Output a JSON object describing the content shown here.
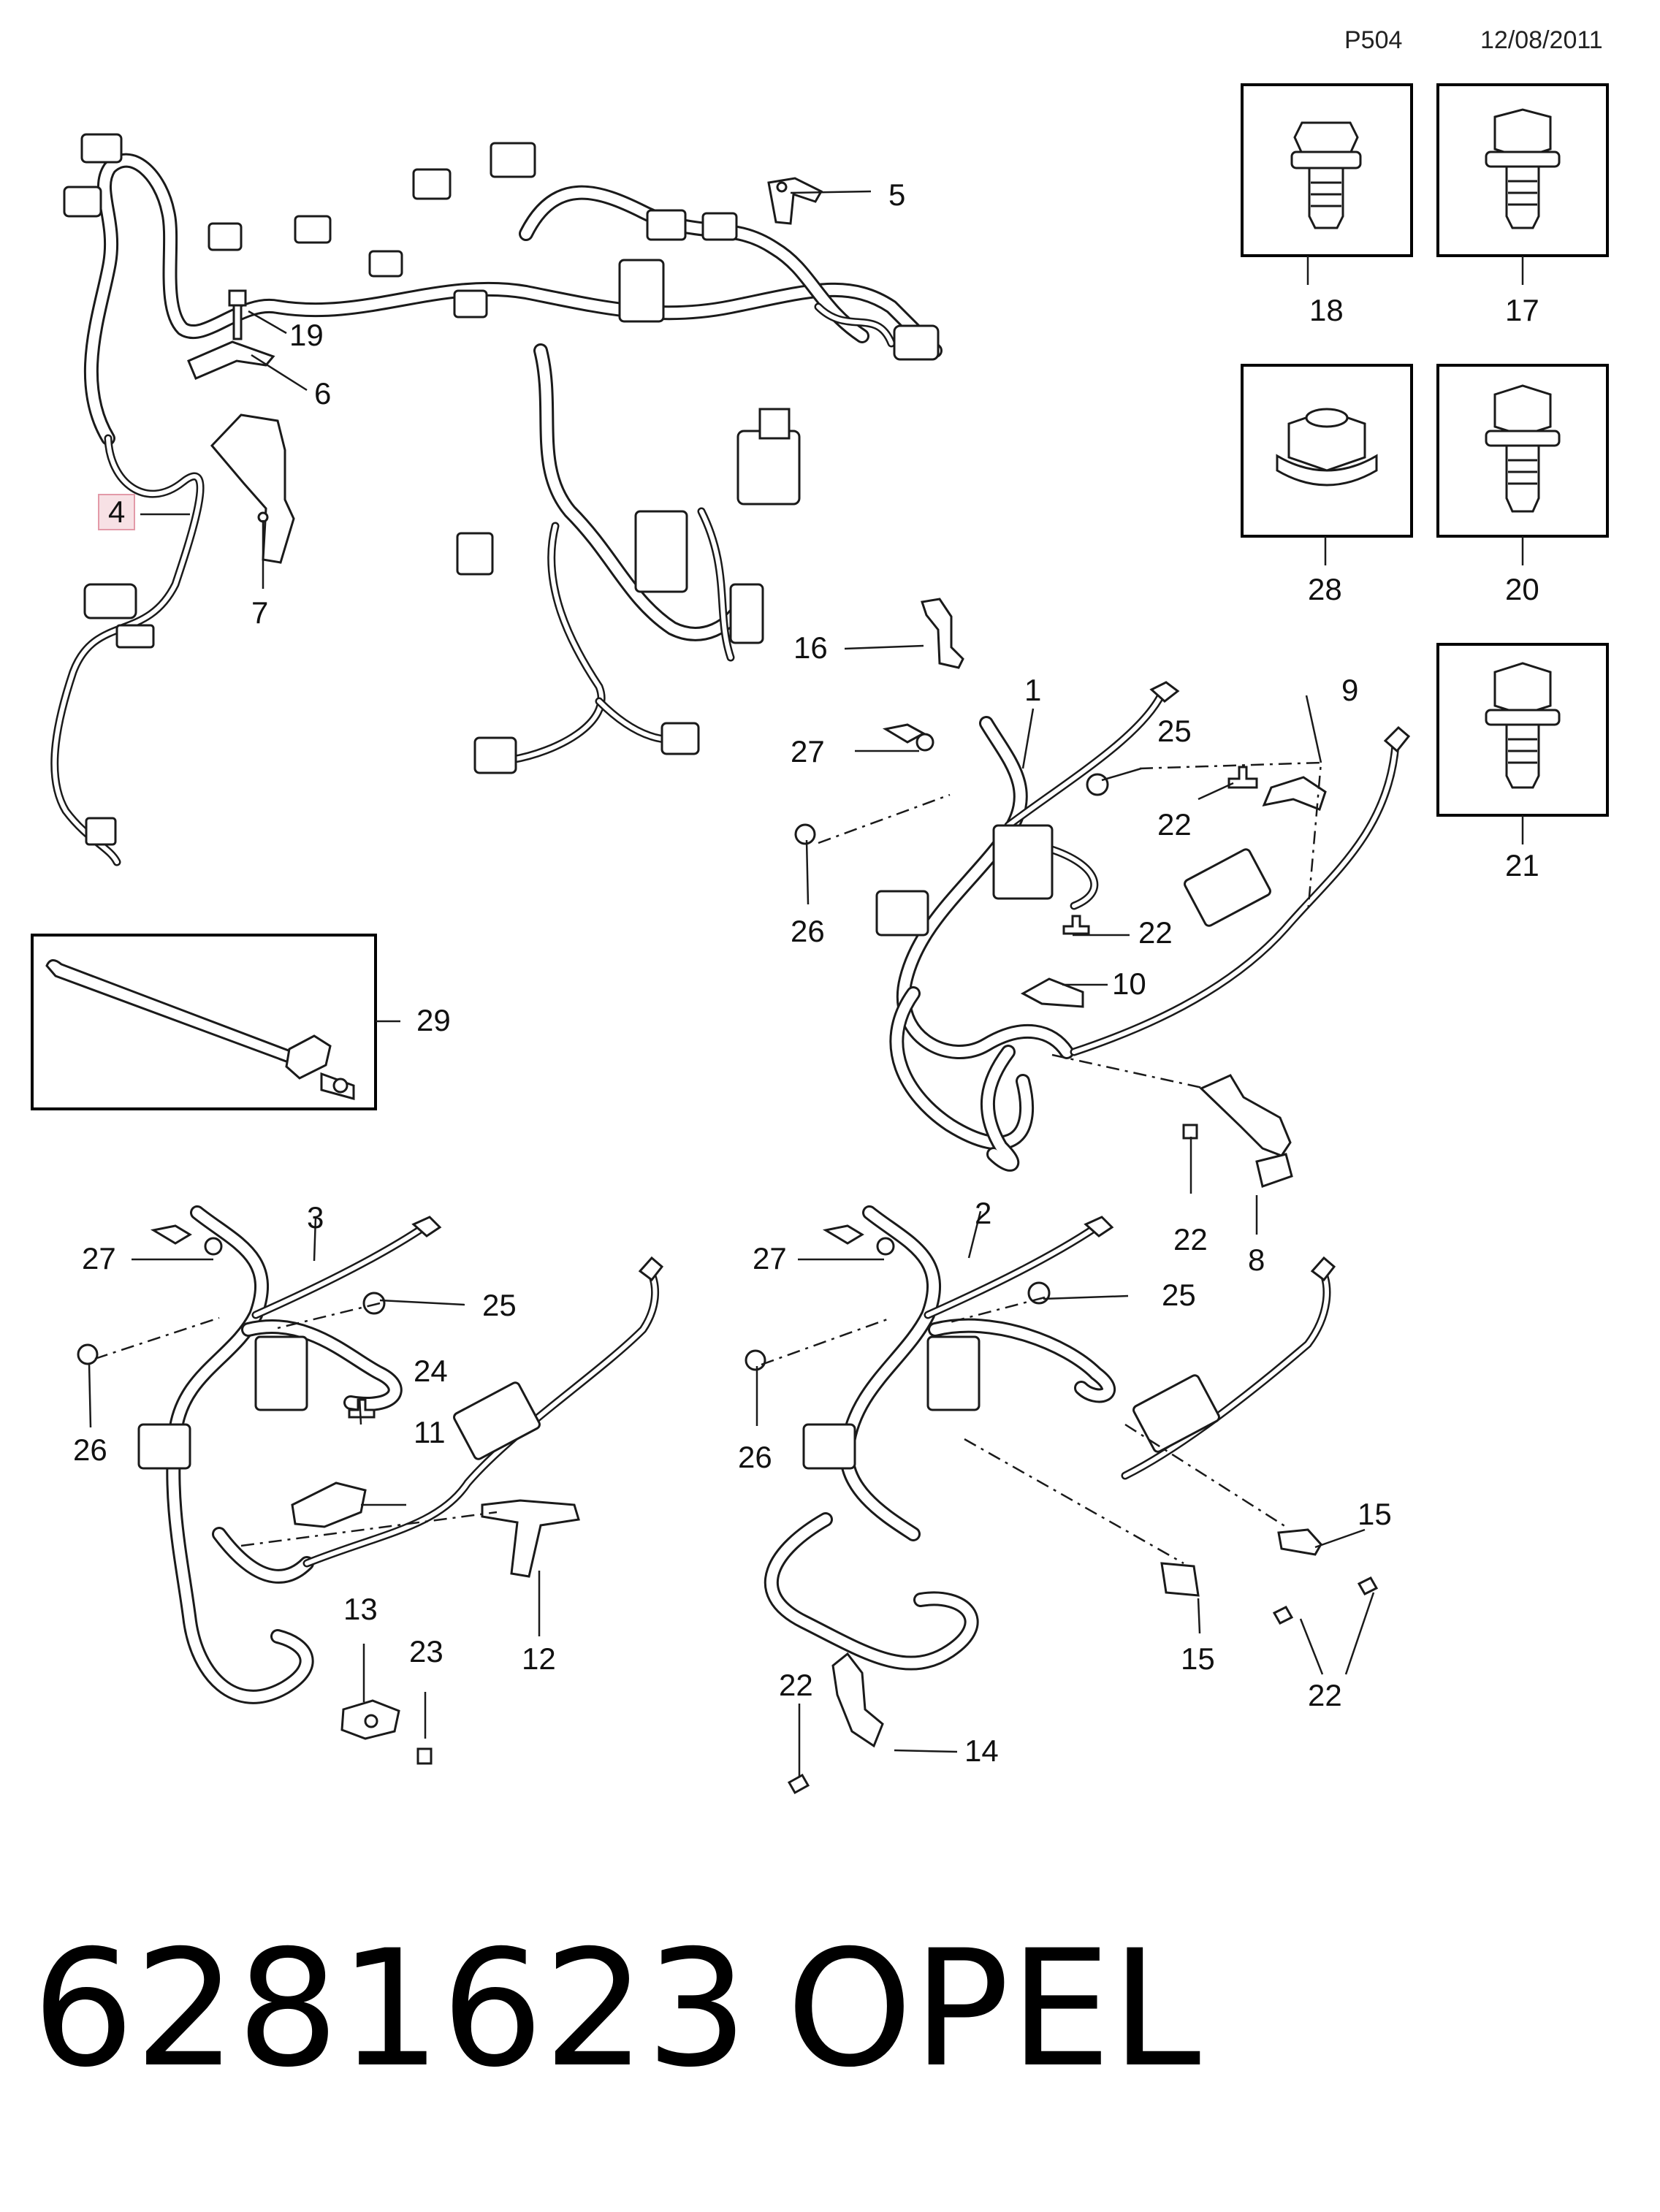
{
  "header": {
    "page_code": "P504",
    "date": "12/08/2011"
  },
  "callouts": {
    "c1": "1",
    "c2": "2",
    "c3": "3",
    "c4": "4",
    "c5": "5",
    "c6": "6",
    "c7": "7",
    "c8": "8",
    "c9": "9",
    "c10": "10",
    "c11": "11",
    "c12": "12",
    "c13": "13",
    "c14": "14",
    "c15a": "15",
    "c15b": "15",
    "c16": "16",
    "c17": "17",
    "c18": "18",
    "c19": "19",
    "c20": "20",
    "c21": "21",
    "c22a": "22",
    "c22b": "22",
    "c22c": "22",
    "c22d": "22",
    "c22e": "22",
    "c23": "23",
    "c24": "24",
    "c25a": "25",
    "c25b": "25",
    "c25c": "25",
    "c26a": "26",
    "c26b": "26",
    "c26c": "26",
    "c27a": "27",
    "c27b": "27",
    "c27c": "27",
    "c28": "28",
    "c29": "29"
  },
  "footer": {
    "part_number": "6281623",
    "brand": "OPEL"
  },
  "colors": {
    "line": "#1a1a1a",
    "highlight_fill": "#f7e1e5",
    "highlight_border": "#e39aa8"
  }
}
